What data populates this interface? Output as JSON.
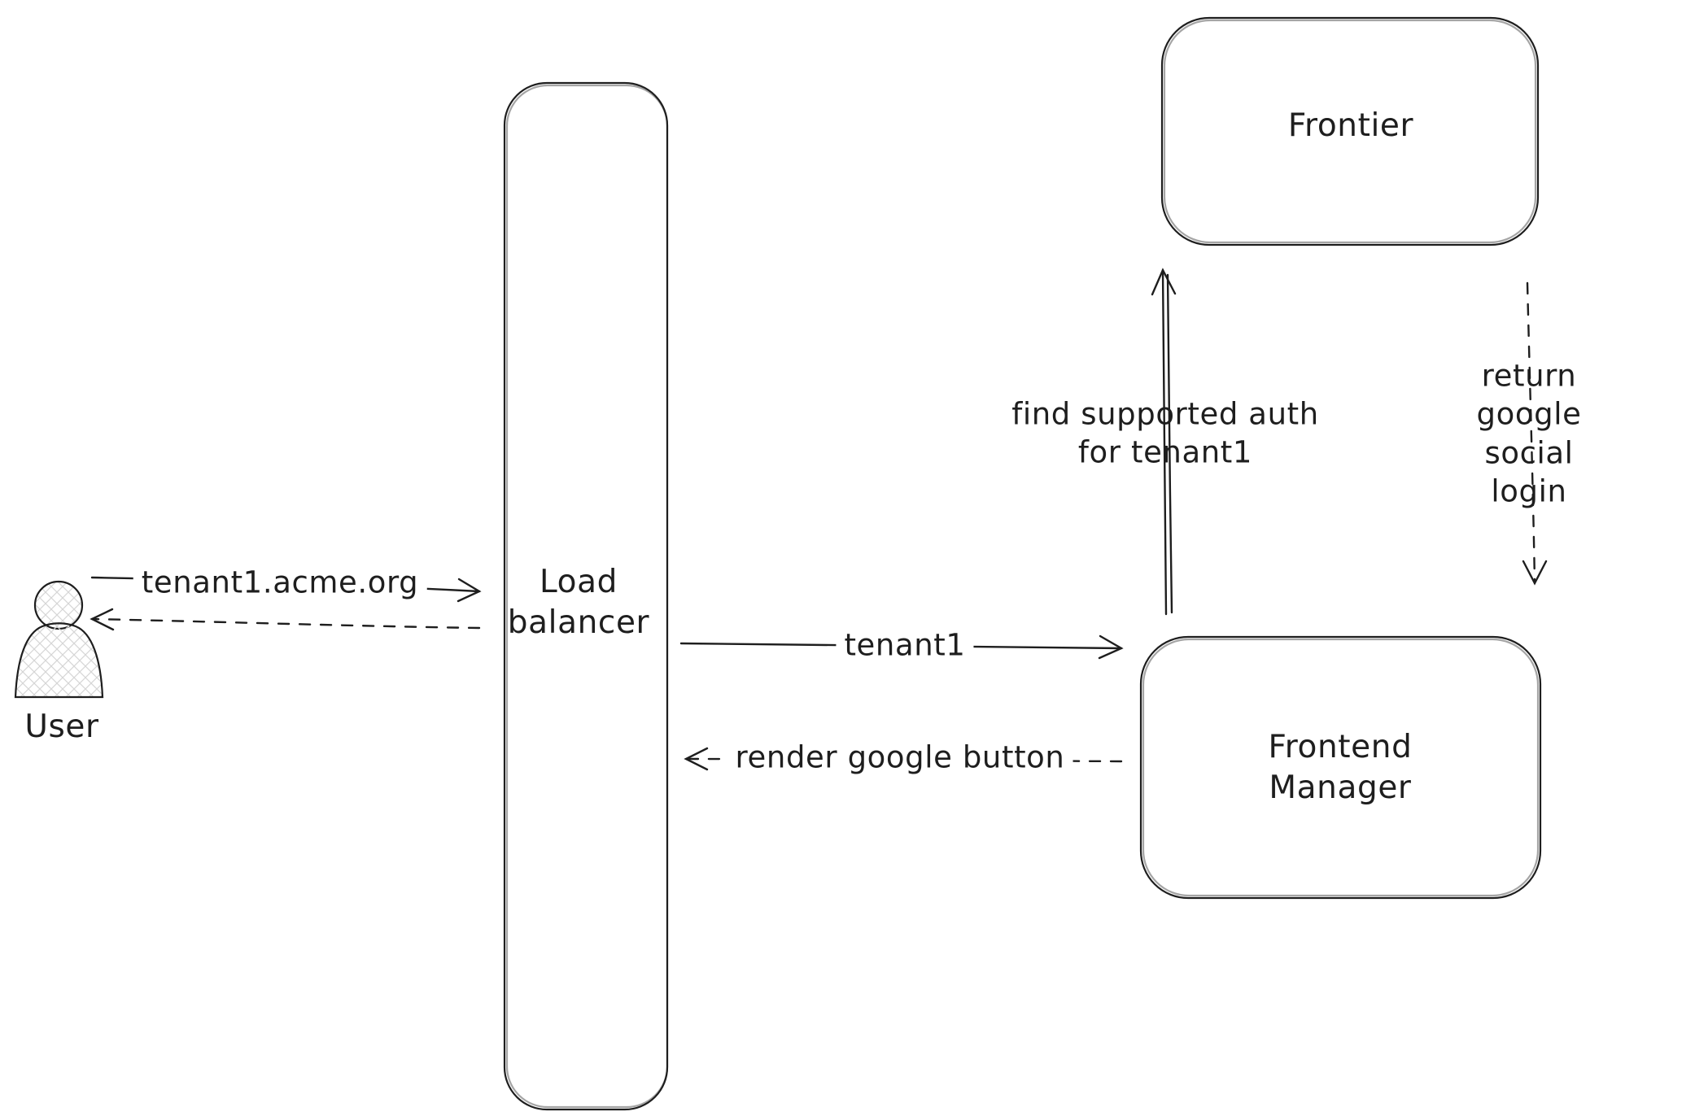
{
  "canvas": {
    "background": "#ffffff",
    "stroke_color": "#1e1e1e",
    "hatch_color": "#d6d6d6"
  },
  "nodes": {
    "user": {
      "label": "User",
      "shape": "person"
    },
    "load_balancer": {
      "label": "Load\nbalancer",
      "shape": "rounded-rectangle"
    },
    "frontier": {
      "label": "Frontier",
      "shape": "rounded-rectangle"
    },
    "frontend_manager": {
      "label": "Frontend\nManager",
      "shape": "rounded-rectangle"
    }
  },
  "edges": {
    "user_to_load_balancer": {
      "label": "tenant1.acme.org",
      "style": "solid",
      "direction": "right"
    },
    "load_balancer_to_user": {
      "label": "",
      "style": "dashed",
      "direction": "left"
    },
    "load_balancer_to_frontend_manager": {
      "label": "tenant1",
      "style": "solid",
      "direction": "right"
    },
    "frontend_manager_to_load_balancer": {
      "label": "render google button",
      "style": "dashed",
      "direction": "left"
    },
    "frontend_manager_to_frontier": {
      "label": "find supported auth\nfor tenant1",
      "style": "solid",
      "direction": "up"
    },
    "frontier_to_frontend_manager": {
      "label": "return google social\nlogin",
      "style": "dashed",
      "direction": "down"
    }
  }
}
